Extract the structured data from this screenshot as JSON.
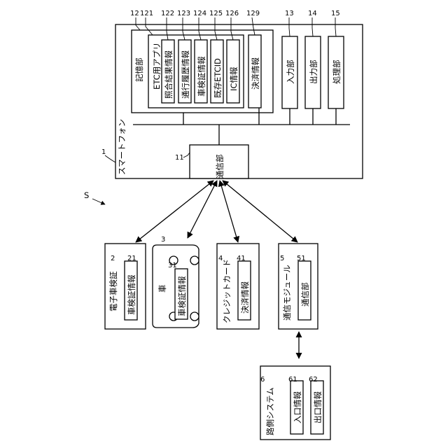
{
  "smartphone": {
    "ref": "1",
    "label": "スマートフォン",
    "storage": {
      "ref": "12",
      "label": "記憶部",
      "items": [
        {
          "ref": "121",
          "label": "ETC用アプリ"
        },
        {
          "ref": "122",
          "label": "照合結果情報"
        },
        {
          "ref": "123",
          "label": "通行履歴情報"
        },
        {
          "ref": "124",
          "label": "車検証情報"
        },
        {
          "ref": "125",
          "label": "既存ETCID"
        },
        {
          "ref": "126",
          "label": "IC情報"
        },
        {
          "ref": "129",
          "label": "決済情報"
        }
      ]
    },
    "input": {
      "ref": "13",
      "label": "入力部"
    },
    "output": {
      "ref": "14",
      "label": "出力部"
    },
    "processing": {
      "ref": "15",
      "label": "処理部"
    },
    "comm": {
      "ref": "11",
      "label": "通信部"
    }
  },
  "system_ref": "S",
  "electronic_cert": {
    "ref": "2",
    "label": "電子車検証",
    "inner": {
      "ref": "21",
      "label": "車検証情報"
    }
  },
  "car": {
    "ref": "3",
    "label": "車",
    "inner": {
      "ref": "31",
      "label": "車検証情報"
    }
  },
  "credit_card": {
    "ref": "4",
    "label": "クレジットカード",
    "inner": {
      "ref": "41",
      "label": "決済情報"
    }
  },
  "comm_module": {
    "ref": "5",
    "label": "通信モジュール",
    "inner": {
      "ref": "51",
      "label": "通信部"
    }
  },
  "roadside": {
    "ref": "6",
    "label": "路側システム",
    "items": [
      {
        "ref": "61",
        "label": "入口情報"
      },
      {
        "ref": "62",
        "label": "出口情報"
      }
    ]
  }
}
